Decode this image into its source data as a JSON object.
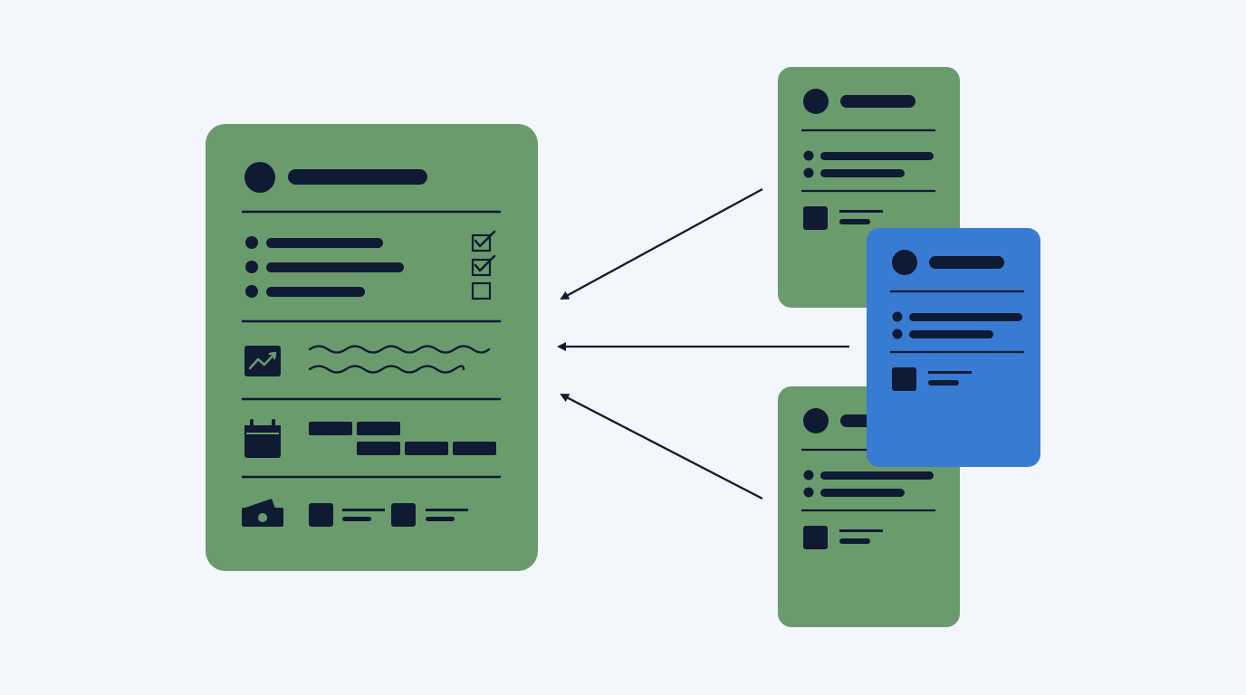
{
  "colors": {
    "background": "#f3f6fb",
    "card_green": "#6a9b6c",
    "card_blue": "#387bd2",
    "ink": "#0f1a33"
  },
  "main_card": {
    "sections": [
      "profile-header",
      "task-checklist",
      "trend-notes",
      "schedule",
      "payments"
    ],
    "checklist": [
      {
        "checked": true
      },
      {
        "checked": true
      },
      {
        "checked": false
      }
    ],
    "icons": [
      "avatar-icon",
      "checkbox-checked-icon",
      "checkbox-empty-icon",
      "trend-chart-icon",
      "calendar-icon",
      "money-bill-icon"
    ]
  },
  "source_cards": [
    {
      "id": "source-card-top",
      "color": "#6a9b6c"
    },
    {
      "id": "source-card-middle",
      "color": "#387bd2"
    },
    {
      "id": "source-card-bottom",
      "color": "#6a9b6c"
    }
  ],
  "arrows": [
    {
      "from": "source-card-top",
      "to": "main-card"
    },
    {
      "from": "source-card-middle",
      "to": "main-card"
    },
    {
      "from": "source-card-bottom",
      "to": "main-card"
    }
  ]
}
